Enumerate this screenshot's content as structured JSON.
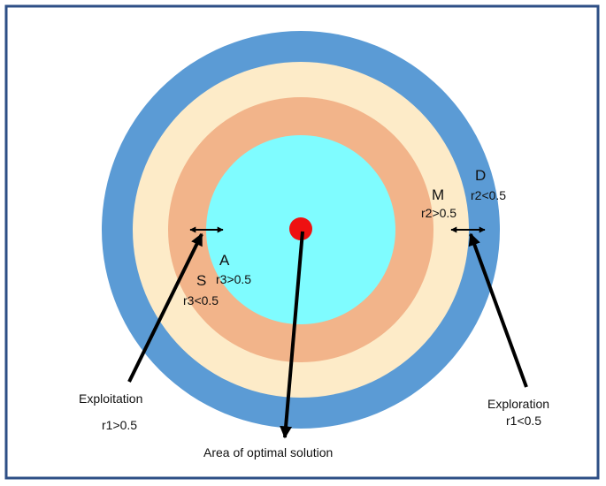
{
  "colors": {
    "frame": "#2e4f86",
    "ring_outer": "#5b9bd5",
    "ring_middle": "#fdebc8",
    "ring_inner": "#f2b48a",
    "core": "#7ffcff",
    "optimum": "#ee1111",
    "arrow": "#000000"
  },
  "labels": {
    "d_letter": "D",
    "d_cond": "r2<0.5",
    "m_letter": "M",
    "m_cond": "r2>0.5",
    "a_letter": "A",
    "a_cond": "r3>0.5",
    "s_letter": "S",
    "s_cond": "r3<0.5",
    "exploitation": "Exploitation",
    "exploitation_cond": "r1>0.5",
    "exploration": "Exploration",
    "exploration_cond": "r1<0.5",
    "optimal_area": "Area of optimal solution"
  }
}
